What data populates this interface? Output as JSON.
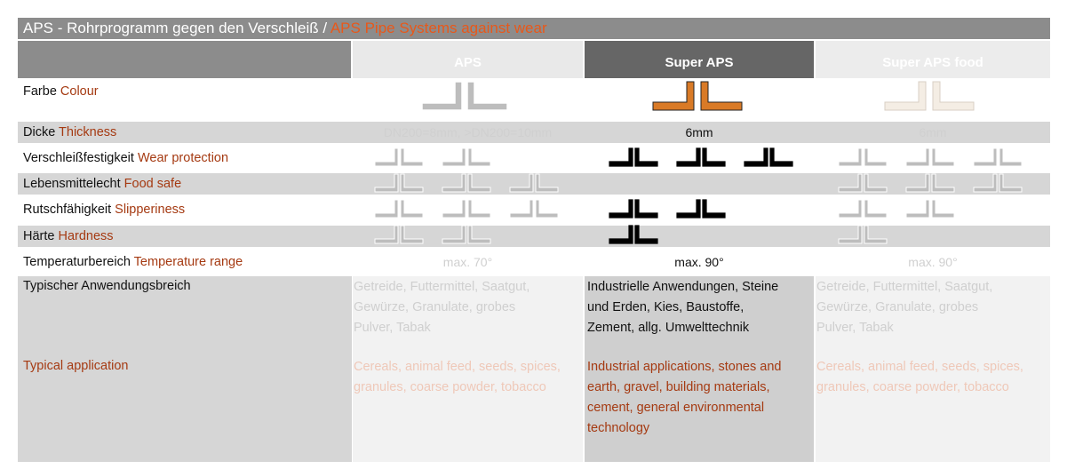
{
  "title": {
    "de": "APS - Rohrprogramm gegen den Verschleiß / ",
    "en": "APS Pipe Systems against wear"
  },
  "columns": [
    {
      "name": "APS"
    },
    {
      "name": "Super APS"
    },
    {
      "name": "Super APS food"
    }
  ],
  "rows": {
    "colour": {
      "de": "Farbe ",
      "en": "Colour"
    },
    "thickness": {
      "de": "Dicke ",
      "en": "Thickness",
      "values": [
        "DN200=8mm, >DN200=10mm",
        "6mm",
        "6mm"
      ]
    },
    "wear": {
      "de": "Verschleißfestigkeit ",
      "en": "Wear protection",
      "ratings": [
        2,
        3,
        3
      ]
    },
    "food": {
      "de": "Lebensmittelecht ",
      "en": "Food safe",
      "ratings": [
        3,
        0,
        3
      ]
    },
    "slip": {
      "de": "Rutschfähigkeit ",
      "en": "Slipperiness",
      "ratings": [
        3,
        2,
        2
      ]
    },
    "hardness": {
      "de": "Härte ",
      "en": "Hardness",
      "ratings": [
        2,
        1,
        1
      ]
    },
    "temperature": {
      "de": "Temperaturbereich ",
      "en": "Temperature range",
      "values": [
        "max. 70°",
        "max. 90°",
        "max. 90°"
      ]
    },
    "application": {
      "label_de": "Typischer Anwendungsbreich",
      "label_en": "Typical application",
      "de": [
        "Getreide, Futtermittel, Saatgut,\nGewürze, Granulate, grobes\nPulver, Tabak",
        "Industrielle Anwendungen, Steine\nund Erden, Kies, Baustoffe,\nZement, allg. Umwelttechnik",
        "Getreide, Futtermittel, Saatgut,\nGewürze, Granulate, grobes\nPulver, Tabak"
      ],
      "en": [
        "Cereals, animal feed, seeds, spices,\ngranules, coarse powder, tobacco",
        "Industrial applications, stones and\nearth, gravel, building materials,\ncement, general environmental\ntechnology",
        "Cereals, animal feed, seeds, spices,\ngranules, coarse powder, tobacco"
      ]
    }
  },
  "colors": {
    "aps": "#bdbdbd",
    "super_aps": "#d97a26",
    "super_aps_food": "#f4ede4",
    "accent": "#a53a12"
  },
  "icons": {
    "rating": "pipe-junction-icon"
  }
}
